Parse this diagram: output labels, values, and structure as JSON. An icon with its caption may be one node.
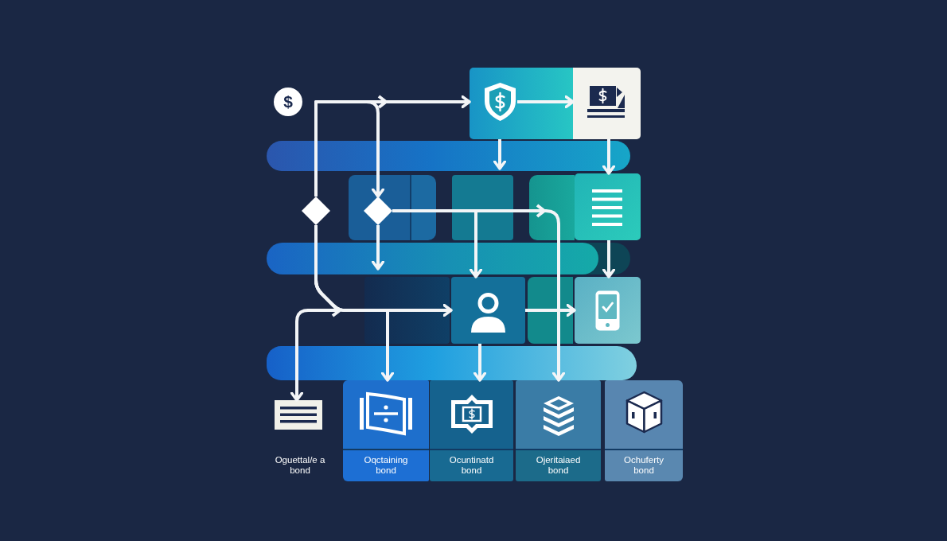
{
  "diagram": {
    "nodes": [
      {
        "text": [
          "$"
        ]
      },
      {
        "text": [],
        "shape": "box"
      },
      {
        "text": [],
        "shape": "picture",
        "in": 1
      },
      {
        "text": [],
        "shape": "box"
      },
      {
        "text": [],
        "shape": "diamond"
      },
      {
        "text": [],
        "shape": "diamond"
      },
      {
        "text": [],
        "shape": "box"
      },
      {
        "text": [],
        "shape": "box"
      },
      {
        "text": [],
        "shape": "box"
      },
      {
        "text": [],
        "shape": "picture",
        "beside": [
          "Oguettal/e a bond"
        ]
      },
      {
        "text": [
          "Oqctaining bond"
        ]
      },
      {
        "text": [
          "Ocuntinatd bond"
        ]
      },
      {
        "text": [
          "Ojeritaiaed bond"
        ]
      },
      {
        "text": [
          "Ochuferty bond"
        ]
      }
    ],
    "edges": [
      {
        "from": 4,
        "to": 1,
        "arrow": "to"
      },
      {
        "from": 4,
        "to": 5,
        "arrow": "to"
      },
      {
        "from": 2,
        "to": 3,
        "arrow": "to"
      },
      {
        "from": 1,
        "to": null,
        "arrow": "to"
      },
      {
        "from": 3,
        "to": 6,
        "arrow": "to"
      },
      {
        "from": 5,
        "to": null,
        "arrow": "to"
      },
      {
        "from": 5,
        "to": 7,
        "arrow": "to"
      },
      {
        "from": 5,
        "to": 12,
        "arrow": "to"
      },
      {
        "from": 6,
        "to": 8,
        "arrow": "to"
      },
      {
        "from": 4,
        "to": 7,
        "arrow": "to"
      },
      {
        "from": 4,
        "to": 10,
        "arrow": "to"
      },
      {
        "from": 4,
        "to": 9,
        "arrow": "to"
      },
      {
        "from": 7,
        "to": 8,
        "arrow": "to"
      },
      {
        "from": 7,
        "to": 11,
        "arrow": "to"
      }
    ]
  }
}
